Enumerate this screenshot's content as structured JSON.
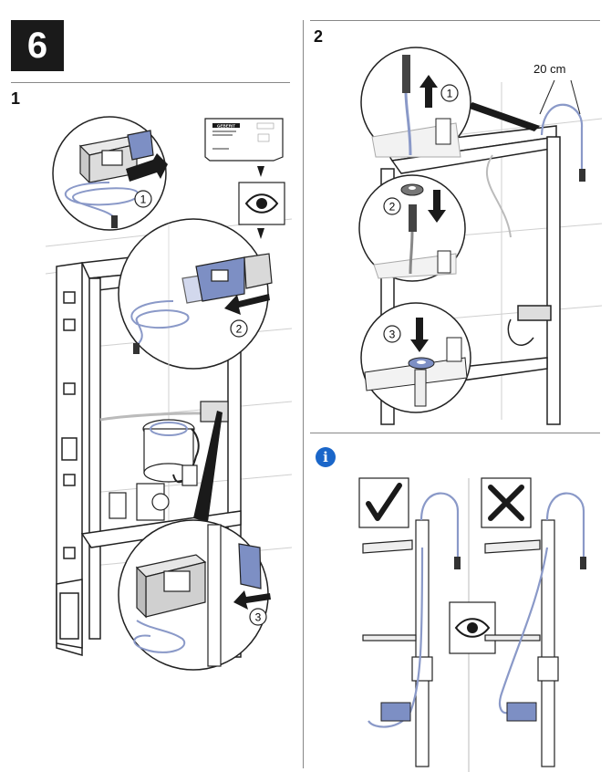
{
  "step": {
    "number": "6"
  },
  "panel_1": {
    "label": "1"
  },
  "panel_2": {
    "label": "2",
    "cable_length": "20 cm"
  },
  "info": {
    "symbol": "i"
  },
  "callouts": {
    "one": "1",
    "two": "2",
    "three": "3"
  },
  "label_plate": {
    "brand": "GEBERIT"
  },
  "colors": {
    "blue": "#7d8fc4",
    "cable": "#8a99c8",
    "dark": "#1a1a1a",
    "info": "#1a66c9"
  }
}
